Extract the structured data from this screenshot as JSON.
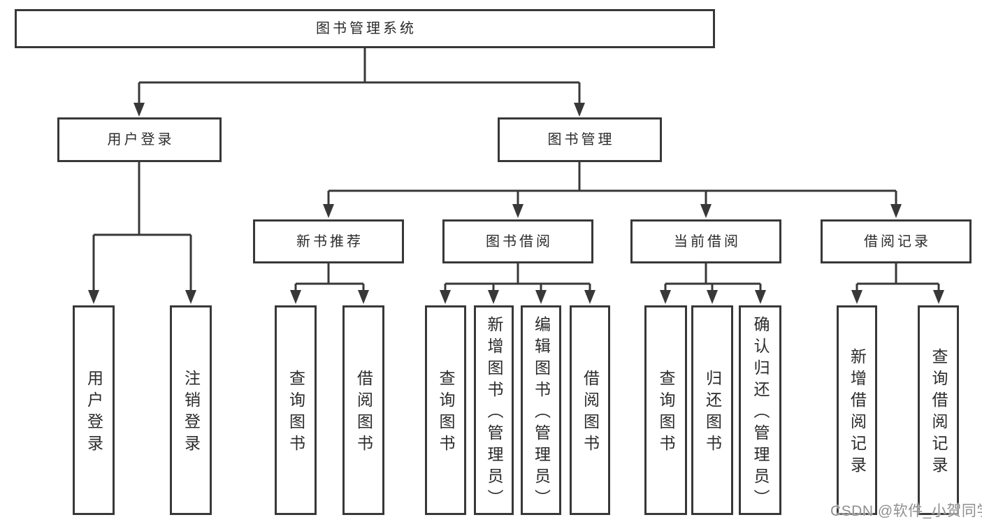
{
  "diagram": {
    "root": {
      "label": "图书管理系统"
    },
    "level2": [
      {
        "label": "用户登录"
      },
      {
        "label": "图书管理"
      }
    ],
    "level3": [
      {
        "label": "新书推荐"
      },
      {
        "label": "图书借阅"
      },
      {
        "label": "当前借阅"
      },
      {
        "label": "借阅记录"
      }
    ],
    "leaves": {
      "user_login": [
        "用户登录",
        "注销登录"
      ],
      "new_book_recommend": [
        "查询图书",
        "借阅图书"
      ],
      "book_borrow": [
        "查询图书",
        "新增图书（管理员）",
        "编辑图书（管理员）",
        "借阅图书"
      ],
      "current_borrow": [
        "查询图书",
        "归还图书",
        "确认归还（管理员）"
      ],
      "borrow_records": [
        "新增借阅记录",
        "查询借阅记录"
      ]
    }
  },
  "watermark": "CSDN @软件_小贺同学",
  "colors": {
    "line": "#383838",
    "text": "#2b2b2b",
    "watermark_text": "#8f8f8f",
    "background": "#ffffff"
  }
}
